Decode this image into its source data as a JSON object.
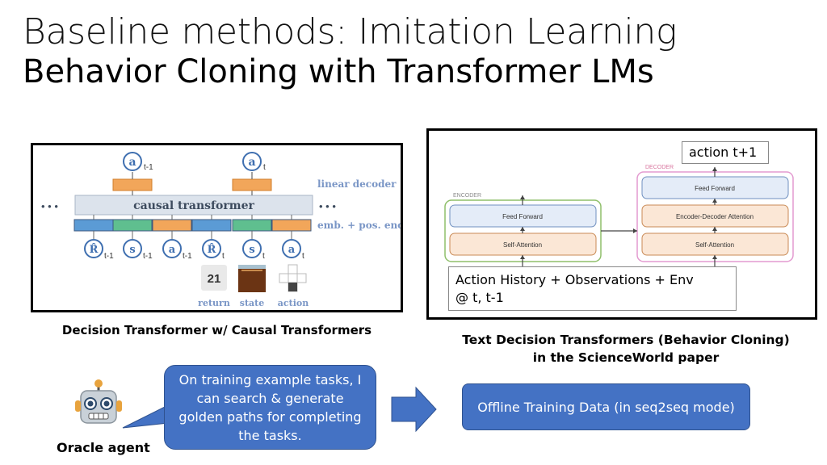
{
  "title": {
    "line1": "Baseline methods: Imitation Learning",
    "line2": "Behavior Cloning with Transformer LMs"
  },
  "dt_figure": {
    "caption": "Decision Transformer w/ Causal Transformers",
    "transformer_label": "causal transformer",
    "linear_decoder_label": "linear decoder",
    "emb_label": "emb. + pos. enc.",
    "top_tokens": [
      {
        "symbol": "a",
        "sub": "t-1"
      },
      {
        "symbol": "a",
        "sub": "t"
      }
    ],
    "bottom_tokens": [
      {
        "symbol": "R̂",
        "sub": "t-1"
      },
      {
        "symbol": "s",
        "sub": "t-1"
      },
      {
        "symbol": "a",
        "sub": "t-1"
      },
      {
        "symbol": "R̂",
        "sub": "t"
      },
      {
        "symbol": "s",
        "sub": "t"
      },
      {
        "symbol": "a",
        "sub": "t"
      }
    ],
    "dots": "• • •",
    "return_value": "21",
    "bottom_labels": [
      "return",
      "state",
      "action"
    ],
    "colors": {
      "blue": "#5b9bd5",
      "green": "#5fbf8f",
      "orange": "#f2a65a",
      "token_blue": "#3f6fb0",
      "label_blue": "#7a96c6"
    }
  },
  "tdt_figure": {
    "caption_line1": "Text Decision Transformers (Behavior Cloning)",
    "caption_line2": "in the ScienceWorld paper",
    "action_label": "action t+1",
    "encoder_label": "ENCODER",
    "decoder_label": "DECODER",
    "encoder_blocks": [
      "Feed Forward",
      "Self-Attention"
    ],
    "decoder_blocks": [
      "Feed Forward",
      "Encoder-Decoder Attention",
      "Self-Attention"
    ],
    "history_line1": "Action History + Observations  + Env",
    "history_line2": "@ t, t-1"
  },
  "oracle": {
    "label": "Oracle agent",
    "icon": "robot-icon",
    "bubble_text": "On training example tasks, I can search & generate golden paths for completing the tasks."
  },
  "offline_box": "Offline Training Data (in seq2seq mode)",
  "accent": "#4472c4"
}
